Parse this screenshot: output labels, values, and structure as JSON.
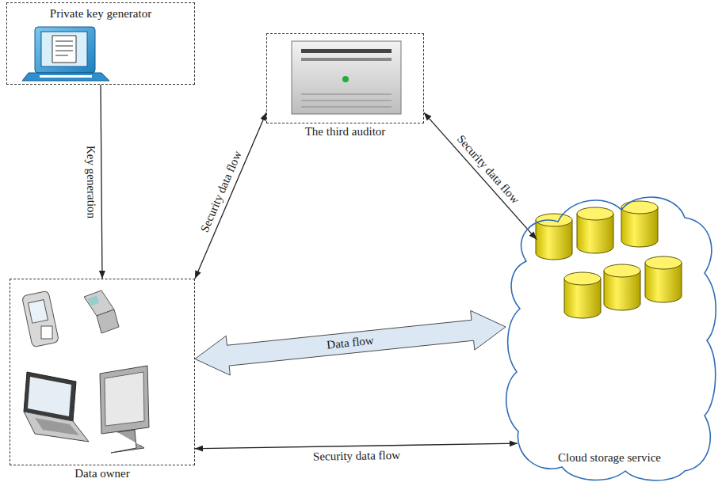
{
  "diagram": {
    "nodes": [
      {
        "text": [
          "Private key generator"
        ]
      },
      {
        "text": [
          "The third auditor"
        ]
      },
      {
        "text": [
          "Data owner"
        ]
      },
      {
        "text": [
          "Cloud storage service"
        ]
      }
    ],
    "edges": [
      {
        "from": 0,
        "to": 2,
        "arrow": "to",
        "label": "Key generation"
      },
      {
        "from": 2,
        "to": 1,
        "arrow": "both",
        "label": "Security data flow"
      },
      {
        "from": 1,
        "to": 3,
        "arrow": "both",
        "label": "Security data flow"
      },
      {
        "from": 2,
        "to": 3,
        "arrow": "both",
        "label": "Data flow"
      },
      {
        "from": 2,
        "to": 3,
        "arrow": "both",
        "label": "Security data flow"
      }
    ]
  }
}
